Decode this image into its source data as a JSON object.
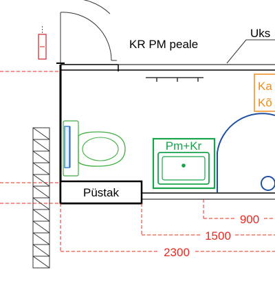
{
  "labels": {
    "kr_pm_peale": "KR PM peale",
    "uks_partial": "Uks",
    "pm_kr": "Pm+Kr",
    "pustak": "Püstak",
    "orange_line1": "Ka",
    "orange_line2": "Kõ"
  },
  "dimensions": {
    "d900": "900",
    "d1500": "1500",
    "d2300": "2300"
  },
  "colors": {
    "wall": "#000000",
    "dimension": "#e8281e",
    "fixture_green": "#16a34a",
    "toilet_green": "#3fae3f",
    "door_blue": "#1f4fa0",
    "cistern_blue": "#3a86d6",
    "annotation_orange": "#f08c1a",
    "leader_gray": "#333333"
  },
  "icons": {
    "toilet": "toilet-icon",
    "sink": "sink-icon",
    "drain": "floor-drain-icon",
    "door_swing": "door-swing-arc"
  }
}
